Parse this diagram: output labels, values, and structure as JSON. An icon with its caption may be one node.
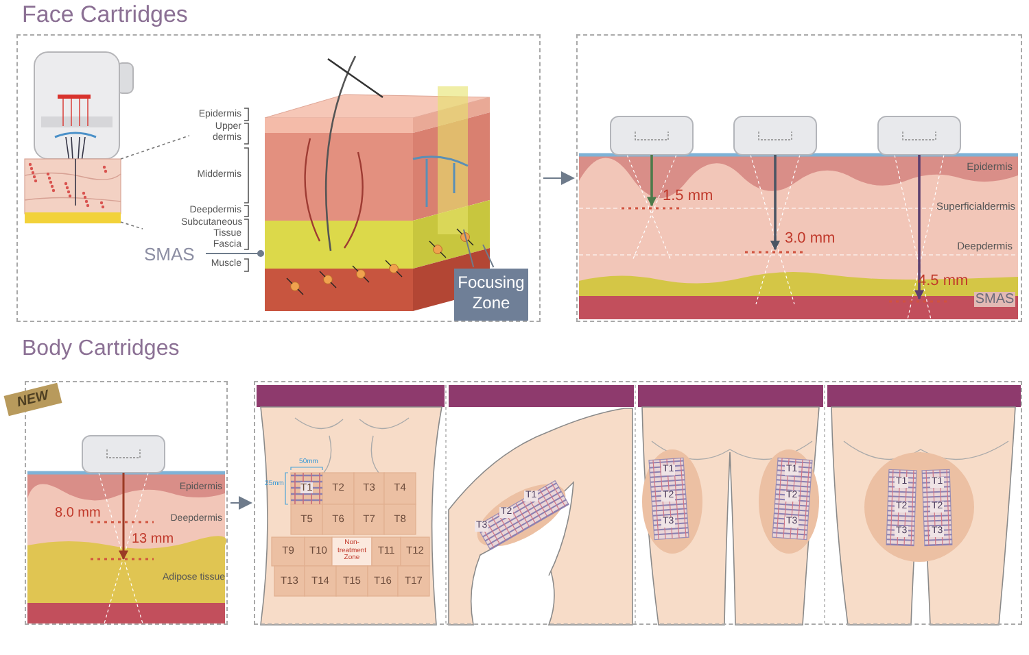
{
  "diagram": {
    "nodes": [
      {
        "text": [],
        "shape": "box"
      },
      {
        "text": [
          "SMAS"
        ],
        "in": 0
      },
      {
        "text": [],
        "shape": "picture",
        "in": 0
      },
      {
        "text": [
          "Focusing Zone"
        ],
        "in": 0
      },
      {
        "text": [],
        "shape": "box"
      },
      {
        "text": [],
        "shape": "box"
      },
      {
        "text": [],
        "shape": "box"
      }
    ],
    "edges": [
      {
        "from": 1,
        "to": 2,
        "arrow": "other"
      },
      {
        "from": 3,
        "to": 2,
        "arrow": "none"
      },
      {
        "from": 3,
        "to": 2,
        "arrow": "none"
      },
      {
        "from": 0,
        "to": 4,
        "arrow": "to"
      },
      {
        "from": 5,
        "to": 6,
        "arrow": "to"
      }
    ],
    "labels": [
      "Face Cartridges",
      "Epidermis",
      "Upper dermis",
      "Middermis",
      "Deepdermis",
      "Subcutaneous Tissue",
      "Fascia",
      "Muscle",
      "Epidermis",
      "1.5 mm",
      "Superficialdermis",
      "3.0 mm",
      "Deepdermis",
      "4.5 mm",
      "SMAS",
      "Body Cartridges",
      "NEW",
      "Epidermis",
      "8.0 mm",
      "Deepdermis",
      "13 mm",
      "Adipose tissue",
      "50mm",
      "25mm",
      "T1",
      "T2",
      "T3",
      "T4",
      "T5",
      "T6",
      "T7",
      "T8",
      "T9",
      "T10",
      "Non-treatment Zone",
      "T11",
      "T12",
      "T13",
      "T14",
      "T15",
      "T16",
      "T17",
      "T3",
      "T2",
      "T1",
      "T1",
      "T2",
      "T3",
      "T1",
      "T2",
      "T3",
      "T1",
      "T2",
      "T3",
      "T1",
      "T2",
      "T3"
    ]
  }
}
